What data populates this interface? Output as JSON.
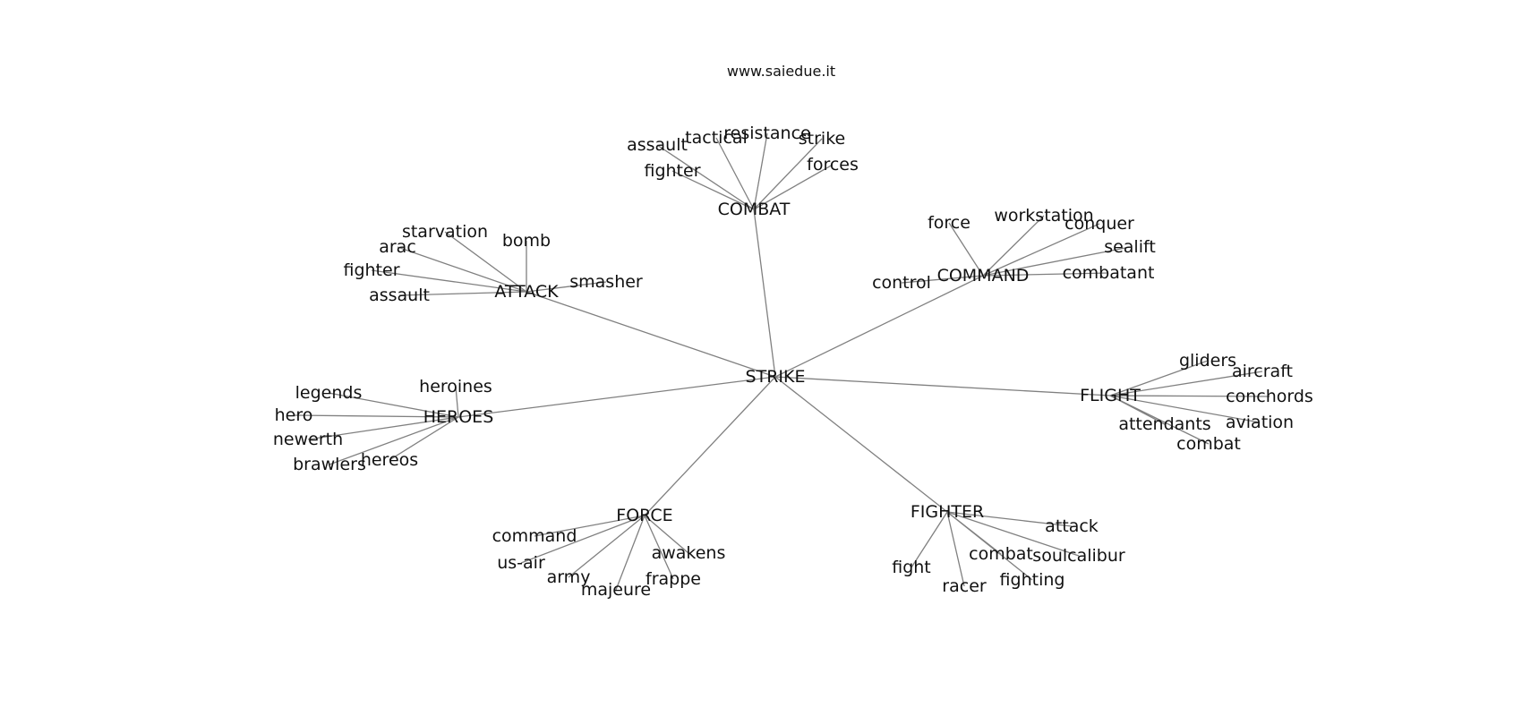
{
  "header": {
    "site_url": "www.saiedue.it"
  },
  "graph": {
    "root": "STRIKE",
    "clusters": [
      {
        "hub": "COMBAT",
        "leaves": [
          "assault",
          "tactical",
          "resistance",
          "strike",
          "forces",
          "fighter"
        ]
      },
      {
        "hub": "ATTACK",
        "leaves": [
          "starvation",
          "bomb",
          "arac",
          "fighter",
          "assault",
          "smasher"
        ]
      },
      {
        "hub": "COMMAND",
        "leaves": [
          "force",
          "workstation",
          "conquer",
          "sealift",
          "combatant",
          "control"
        ]
      },
      {
        "hub": "HEROES",
        "leaves": [
          "legends",
          "heroines",
          "hero",
          "newerth",
          "brawlers",
          "hereos"
        ]
      },
      {
        "hub": "FLIGHT",
        "leaves": [
          "gliders",
          "aircraft",
          "conchords",
          "aviation",
          "attendants",
          "combat"
        ]
      },
      {
        "hub": "FORCE",
        "leaves": [
          "command",
          "us-air",
          "army",
          "majeure",
          "frappe",
          "awakens"
        ]
      },
      {
        "hub": "FIGHTER",
        "leaves": [
          "attack",
          "soulcalibur",
          "combat",
          "fighting",
          "racer",
          "fight"
        ]
      }
    ]
  }
}
